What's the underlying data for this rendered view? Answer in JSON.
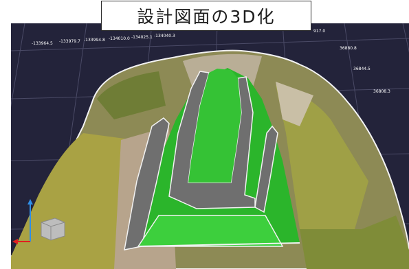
{
  "title": "設計図面の3D化",
  "viewport": {
    "top_coords": [
      "-133964.5",
      "-133979.7",
      "-133994.8",
      "-134010.0",
      "-134025.1",
      "-134040.3"
    ],
    "right_coords": [
      "917.0",
      "36880.8",
      "36844.5",
      "36808.3"
    ],
    "colors": {
      "background": "#23233a",
      "grid": "#4a4a66",
      "design_green": "#2bb52b",
      "design_dark_green": "#1f8f1f",
      "road_gray": "#6f6f6f",
      "terrain_field": "#9b9a4a",
      "terrain_bare": "#b8a590"
    },
    "gizmo": {
      "icon": "axis-cube-icon",
      "x_color": "#e02020",
      "y_color": "#2f8fe8"
    }
  }
}
